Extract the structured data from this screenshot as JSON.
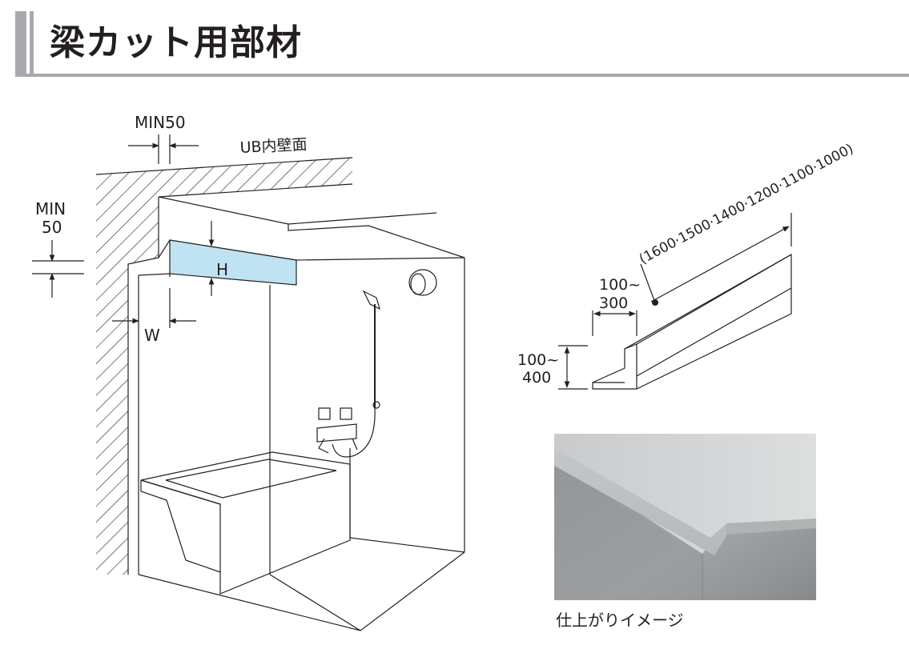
{
  "title": "梁カット用部材",
  "labels": {
    "min50_top": "MIN50",
    "ub_wall": "UB内壁面",
    "min_left_1": "MIN",
    "min_left_2": "50",
    "h": "H",
    "w": "W",
    "lengths": "(1600·1500·1400·1200·1100·1000)",
    "width_1": "100~",
    "width_2": "300",
    "height_1": "100~",
    "height_2": "400"
  },
  "caption": "仕上がりイメージ",
  "colors": {
    "highlight": "#bfe3f3",
    "title_bar": "#a7a9ac",
    "line": "#231f20"
  }
}
